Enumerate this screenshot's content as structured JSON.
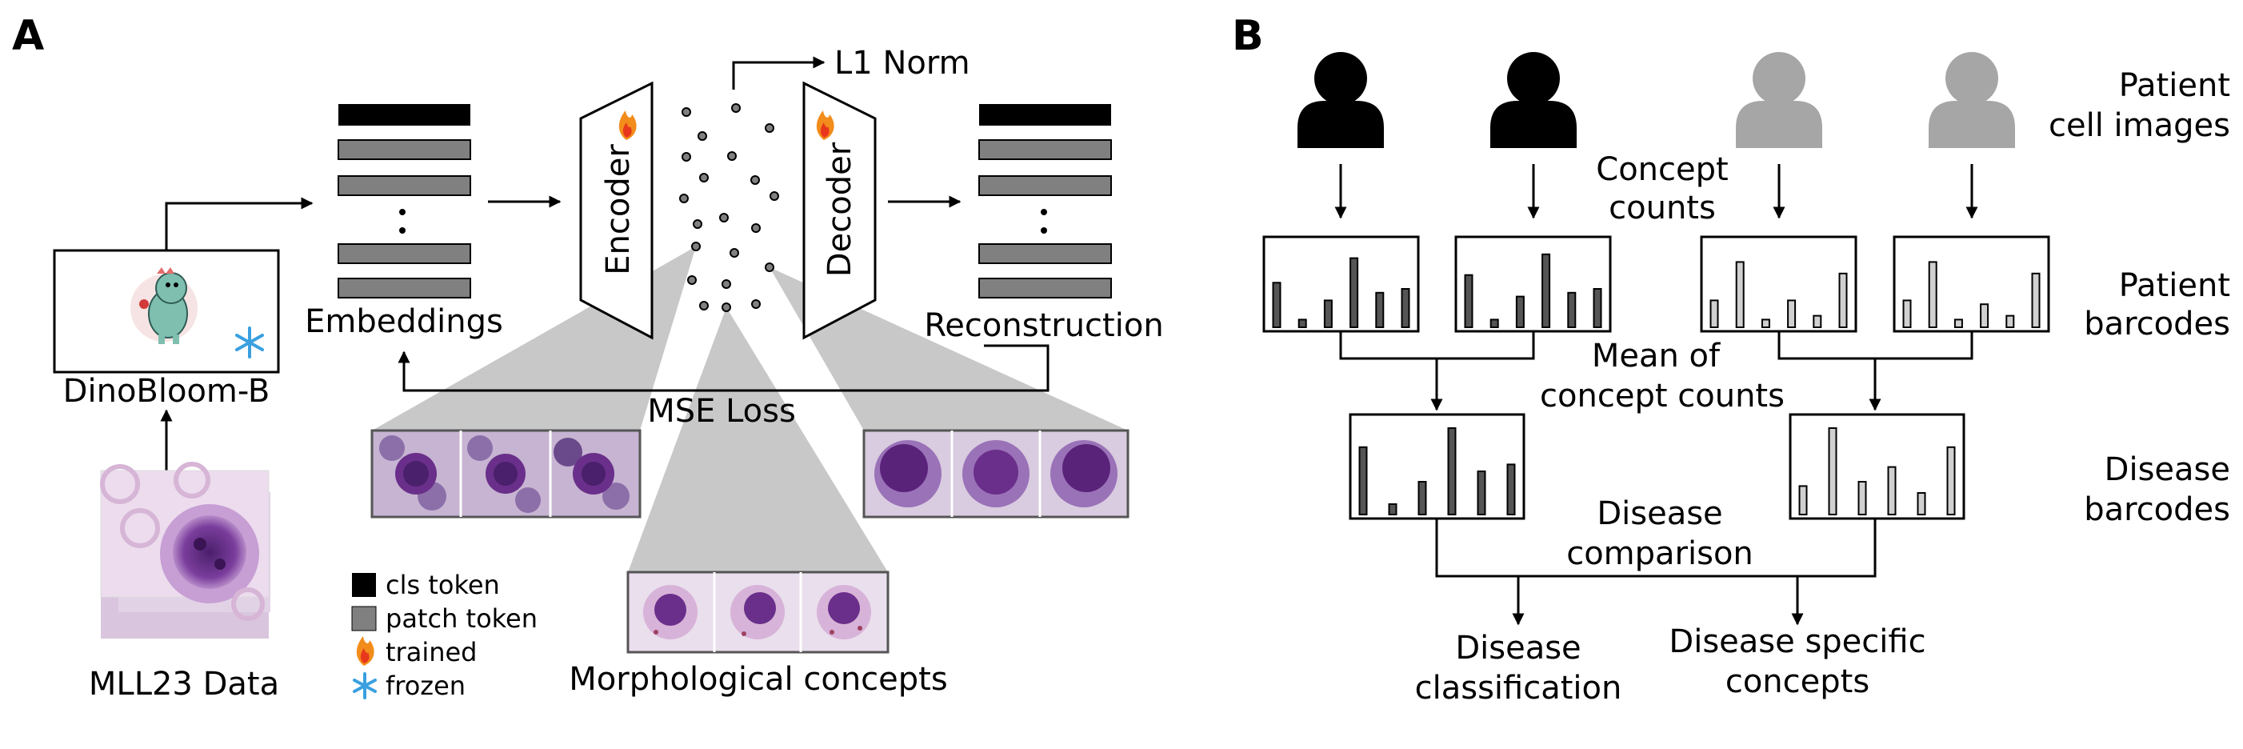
{
  "panel_a": {
    "letter": "A",
    "dinobloom_label": "DinoBloom-B",
    "embeddings_label": "Embeddings",
    "encoder_label": "Encoder",
    "decoder_label": "Decoder",
    "l1_label": "L1 Norm",
    "reconstruction_label": "Reconstruction",
    "mse_label": "MSE Loss",
    "data_label": "MLL23 Data",
    "concepts_label": "Morphological concepts",
    "legend": {
      "cls": "cls token",
      "patch": "patch token",
      "trained": "trained",
      "frozen": "frozen"
    }
  },
  "panel_b": {
    "letter": "B",
    "patient_images_line1": "Patient",
    "patient_images_line2": "cell images",
    "concept_counts_line1": "Concept",
    "concept_counts_line2": "counts",
    "patient_barcodes_line1": "Patient",
    "patient_barcodes_line2": "barcodes",
    "mean_line1": "Mean of",
    "mean_line2": "concept counts",
    "disease_barcodes_line1": "Disease",
    "disease_barcodes_line2": "barcodes",
    "comparison_line1": "Disease",
    "comparison_line2": "comparison",
    "classification_line1": "Disease",
    "classification_line2": "classification",
    "specific_line1": "Disease specific",
    "specific_line2": "concepts",
    "patient_barcode_bars": [
      [
        0.58,
        0.1,
        0.35,
        0.9,
        0.45,
        0.5
      ],
      [
        0.68,
        0.1,
        0.4,
        0.95,
        0.45,
        0.5
      ],
      [
        0.35,
        0.85,
        0.1,
        0.35,
        0.15,
        0.7
      ],
      [
        0.35,
        0.85,
        0.1,
        0.3,
        0.15,
        0.7
      ]
    ],
    "disease_barcode_bars": [
      [
        0.78,
        0.12,
        0.38,
        1.0,
        0.5,
        0.58
      ],
      [
        0.33,
        1.0,
        0.38,
        0.55,
        0.25,
        0.78
      ]
    ],
    "colors": {
      "dark_patient": "#000000",
      "light_patient": "#a6a6a6",
      "dark_bar": "#555555",
      "light_bar": "#d0d0d0"
    }
  },
  "colors": {
    "cls_token": "#000000",
    "patch_token": "#808080",
    "cone": "#c8c8c8",
    "cell_bg": "#e3d6e6",
    "cell_dark": "#6a2f8a"
  }
}
